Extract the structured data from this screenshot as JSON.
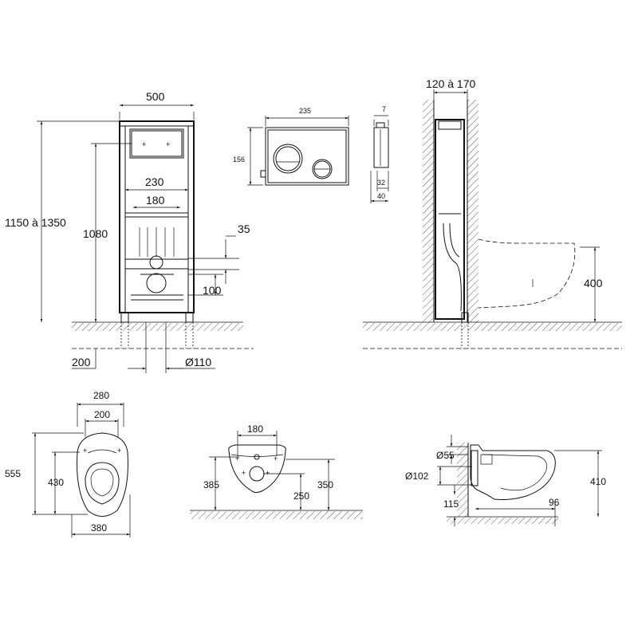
{
  "front_view": {
    "width_label": "500",
    "height_range_label": "1150 à 1350",
    "height_label": "1080",
    "inner_width_label": "230",
    "bolt_spacing_label": "180",
    "depth_label": "35",
    "offset_label": "100",
    "foot_label": "200",
    "pipe_label": "Ø110"
  },
  "flush_plate": {
    "width_label": "235",
    "height_label": "156",
    "side_top_label": "7",
    "side_mid_label": "32",
    "side_depth_label": "40"
  },
  "side_view": {
    "wall_range_label": "120 à 170",
    "height_label": "400"
  },
  "top_view": {
    "outer_width_label": "280",
    "inner_width_label": "200",
    "length_label": "555",
    "inner_length_label": "430",
    "base_width_label": "380"
  },
  "rear_view": {
    "bolt_spacing_label": "180",
    "height_label": "385",
    "outlet_label": "350",
    "inlet_label": "250"
  },
  "section_view": {
    "inlet_diameter_label": "Ø55",
    "outlet_diameter_label": "Ø102",
    "height_label": "410",
    "outlet_height_label": "115",
    "offset_label": "96"
  }
}
